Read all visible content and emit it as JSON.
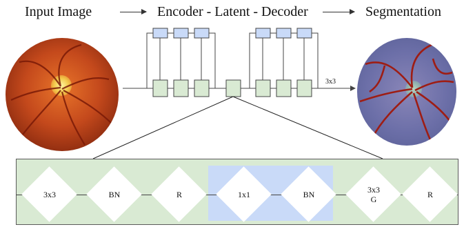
{
  "header": {
    "input_title": "Input Image",
    "architecture_title": "Encoder - Latent - Decoder",
    "output_title": "Segmentation"
  },
  "architecture": {
    "output_kernel_label": "3x3"
  },
  "detail": {
    "layers": [
      {
        "label": "3x3"
      },
      {
        "label": "BN"
      },
      {
        "label": "R"
      },
      {
        "label": "1x1"
      },
      {
        "label": "BN"
      },
      {
        "label": "3x3\nG"
      },
      {
        "label": "R"
      }
    ]
  },
  "colors": {
    "panel_fill": "#d9ead3",
    "highlight_fill": "#c9daf8",
    "encoder_block": "#d9ead3",
    "skip_block": "#c9daf8"
  }
}
